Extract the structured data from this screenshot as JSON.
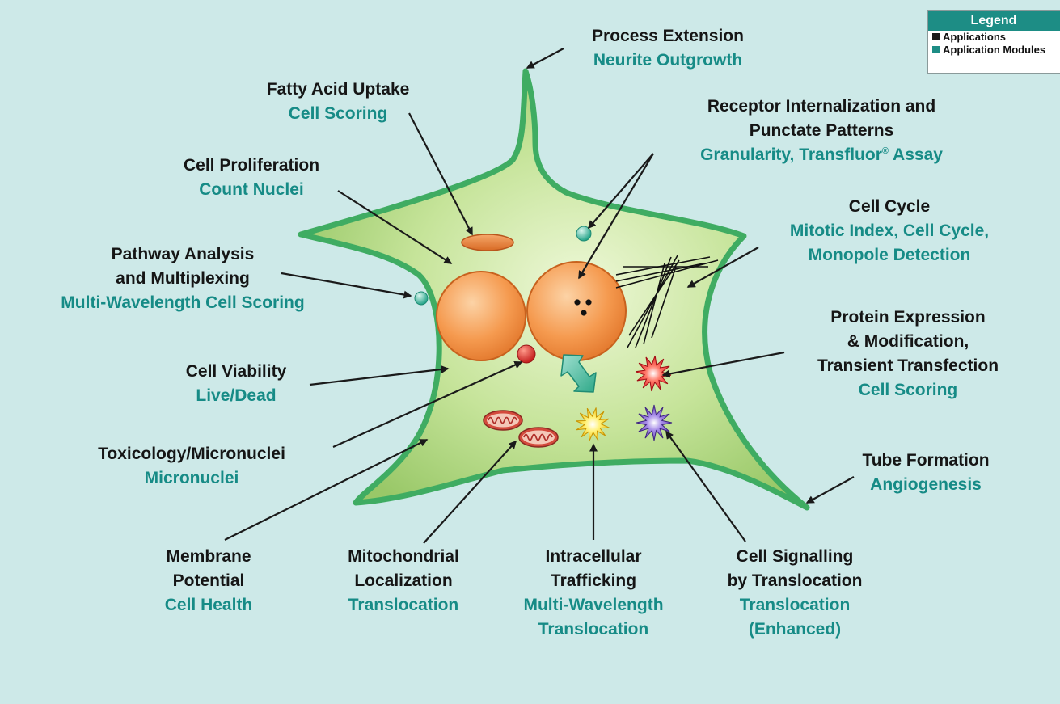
{
  "colors": {
    "background": "#cde9e8",
    "application_text": "#151515",
    "module_text": "#168b86",
    "legend_header": "#1d8d85",
    "cell_fill": "#a9d27a",
    "cell_outline": "#3fac62",
    "organelle_orange": "#f08a3c"
  },
  "legend": {
    "title": "Legend",
    "items": [
      {
        "label": "Applications",
        "swatch": "#1a1a1a"
      },
      {
        "label": "Application Modules",
        "swatch": "#1d8d85"
      }
    ]
  },
  "labels": {
    "process_extension": {
      "app": "Process Extension",
      "mod": "Neurite Outgrowth"
    },
    "fatty_acid": {
      "app": "Fatty Acid Uptake",
      "mod": "Cell Scoring"
    },
    "receptor": {
      "app1": "Receptor Internalization and",
      "app2": "Punctate Patterns",
      "mod_a": "Granularity, Transfluor",
      "mod_reg": "®",
      "mod_b": " Assay"
    },
    "cell_proliferation": {
      "app": "Cell Proliferation",
      "mod": "Count Nuclei"
    },
    "cell_cycle": {
      "app": "Cell Cycle",
      "mod1": "Mitotic Index, Cell Cycle,",
      "mod2": "Monopole Detection"
    },
    "pathway": {
      "app1": "Pathway Analysis",
      "app2": "and Multiplexing",
      "mod": "Multi-Wavelength Cell Scoring"
    },
    "protein": {
      "app1": "Protein Expression",
      "app2": "& Modification,",
      "app3": "Transient Transfection",
      "mod": "Cell Scoring"
    },
    "cell_viability": {
      "app": "Cell Viability",
      "mod": "Live/Dead"
    },
    "toxicology": {
      "app": "Toxicology/Micronuclei",
      "mod": "Micronuclei"
    },
    "tube_formation": {
      "app": "Tube Formation",
      "mod": "Angiogenesis"
    },
    "membrane": {
      "app1": "Membrane",
      "app2": "Potential",
      "mod": "Cell Health"
    },
    "mitochondrial": {
      "app1": "Mitochondrial",
      "app2": "Localization",
      "mod": "Translocation"
    },
    "intracellular": {
      "app1": "Intracellular",
      "app2": "Trafficking",
      "mod1": "Multi-Wavelength",
      "mod2": "Translocation"
    },
    "signalling": {
      "app1": "Cell Signalling",
      "app2": "by Translocation",
      "mod1": "Translocation",
      "mod2": "(Enhanced)"
    }
  }
}
